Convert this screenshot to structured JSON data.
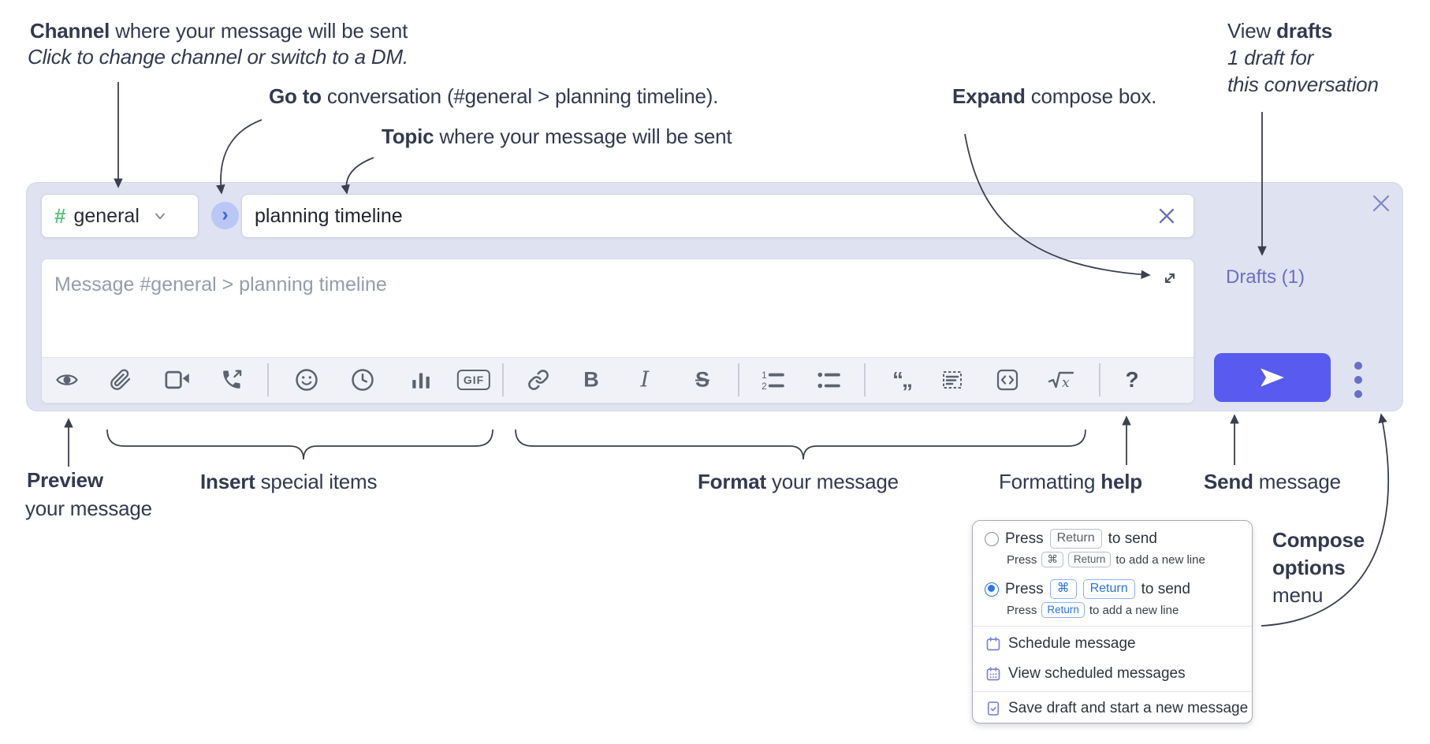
{
  "colors": {
    "compose_bg": "#dfe2f1",
    "send_button": "#585af0",
    "drafts_link": "#6a6fc2",
    "hash_green": "#5bc17d",
    "go_circle_bg": "#bac6f5",
    "go_circle_chevron": "#3c66d8",
    "selected_key_blue": "#2b6fe0",
    "menu_icon_purple": "#7c81da",
    "annotation_text": "#333a4f",
    "toolbar_icon": "#5c6370"
  },
  "callouts": {
    "channel": {
      "bold": "Channel",
      "rest": " where your message will be sent",
      "line2": "Click to change channel or switch to a DM."
    },
    "goto": {
      "bold": "Go to",
      "rest": " conversation (#general > planning timeline)."
    },
    "topic": {
      "bold": "Topic",
      "rest": " where your message will be sent"
    },
    "expand": {
      "bold": "Expand",
      "rest": " compose box."
    },
    "drafts": {
      "pre": "View ",
      "bold": "drafts",
      "line2": "1 draft for",
      "line3": "this conversation"
    },
    "preview": {
      "bold": "Preview",
      "line2": "your message"
    },
    "insert": {
      "bold": "Insert",
      "rest": " special items"
    },
    "format": {
      "bold": "Format",
      "rest": " your message"
    },
    "help": {
      "pre": "Formatting ",
      "bold": "help"
    },
    "send": {
      "bold": "Send",
      "rest": " message"
    },
    "compose_options": {
      "line1": "Compose",
      "line2": "options",
      "line3": "menu"
    }
  },
  "compose": {
    "channel": {
      "hash": "#",
      "name": "general"
    },
    "go_chevron": "›",
    "topic_value": "planning timeline",
    "message_placeholder": "Message #general > planning timeline",
    "drafts_label": "Drafts (1)",
    "gif_label": "GIF",
    "toolbar_icons": [
      "preview-eye",
      "attach-paperclip",
      "video-call",
      "voice-call",
      "emoji",
      "time",
      "poll",
      "gif",
      "link",
      "bold",
      "italic",
      "strikethrough",
      "numbered-list",
      "bulleted-list",
      "quote",
      "spoiler",
      "code",
      "math",
      "help"
    ],
    "bold_glyph": "B",
    "italic_glyph": "I",
    "strike_glyph": "S",
    "quote_glyph": "“„",
    "help_glyph": "?"
  },
  "popup": {
    "options": [
      {
        "selected": false,
        "press": "Press",
        "keys": [
          "Return"
        ],
        "suffix": "to send",
        "sub": {
          "press": "Press",
          "keys": [
            "⌘",
            "Return"
          ],
          "suffix": "to add a new line"
        }
      },
      {
        "selected": true,
        "press": "Press",
        "keys": [
          "⌘",
          "Return"
        ],
        "suffix": "to send",
        "sub": {
          "press": "Press",
          "keys": [
            "Return"
          ],
          "suffix": "to add a new line"
        }
      }
    ],
    "menu": [
      "Schedule message",
      "View scheduled messages",
      "Save draft and start a new message"
    ]
  }
}
